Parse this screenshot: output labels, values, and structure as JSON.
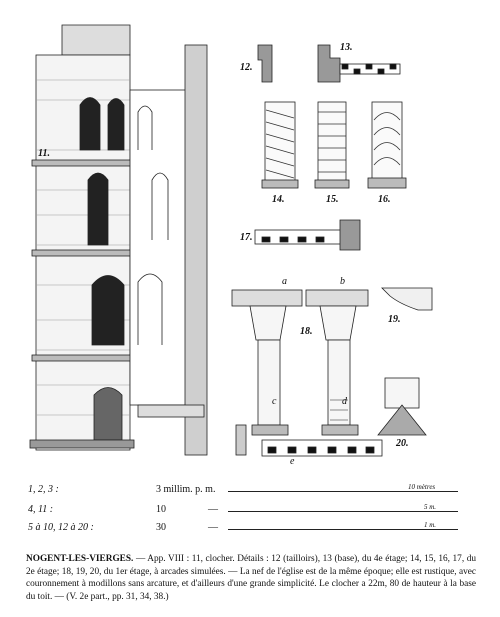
{
  "figure_labels": {
    "f11": "11.",
    "f12": "12.",
    "f13": "13.",
    "f14": "14.",
    "f15": "15.",
    "f16": "16.",
    "f17": "17.",
    "f18": "18.",
    "f19": "19.",
    "f20": "20.",
    "a": "a",
    "b": "b",
    "c": "c",
    "d": "d",
    "e": "e"
  },
  "scales": [
    {
      "range": "1, 2, 3 :",
      "value": "3 millim. p. m.",
      "unit": "",
      "bar_label": "10 mètres"
    },
    {
      "range": "4, 11 :",
      "value": "10",
      "unit": "—",
      "bar_label": "5 m."
    },
    {
      "range": "5 à 10, 12 à 20 :",
      "value": "30",
      "unit": "—",
      "bar_label": "1 m."
    }
  ],
  "caption": {
    "title": "NOGENT-LES-VIERGES.",
    "body": " — App. VIII : 11, clocher. Détails : 12 (tailloirs), 13 (base), du 4e étage; 14, 15, 16, 17, du 2e étage; 18, 19, 20, du 1er étage, à arcades simulées. — La nef de l'église est de la même époque; elle est rustique, avec couronnement à modillons sans arcature, et d'ailleurs d'une grande simplicité. Le clocher a 22m, 80 de hauteur à la base du toit. — (V. 2e part., pp. 31, 34, 38.)"
  }
}
